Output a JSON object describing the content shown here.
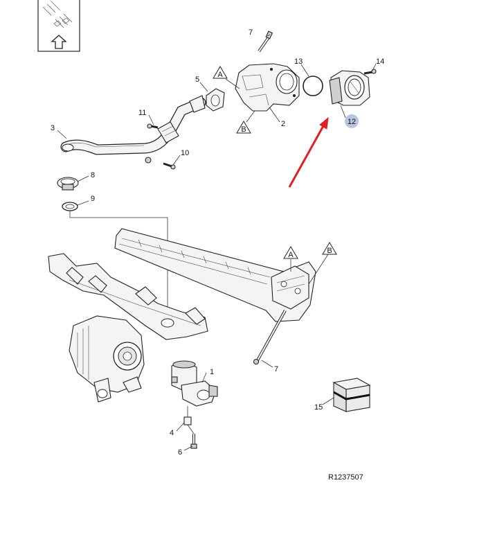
{
  "callouts": [
    {
      "id": "1",
      "label": "1"
    },
    {
      "id": "2",
      "label": "2"
    },
    {
      "id": "3",
      "label": "3"
    },
    {
      "id": "4",
      "label": "4"
    },
    {
      "id": "5",
      "label": "5"
    },
    {
      "id": "6",
      "label": "6"
    },
    {
      "id": "7a",
      "label": "7"
    },
    {
      "id": "7b",
      "label": "7"
    },
    {
      "id": "8",
      "label": "8"
    },
    {
      "id": "9",
      "label": "9"
    },
    {
      "id": "10",
      "label": "10"
    },
    {
      "id": "11",
      "label": "11"
    },
    {
      "id": "12",
      "label": "12"
    },
    {
      "id": "13",
      "label": "13"
    },
    {
      "id": "14",
      "label": "14"
    },
    {
      "id": "15",
      "label": "15"
    }
  ],
  "ref_markers": [
    {
      "id": "A1",
      "label": "A"
    },
    {
      "id": "B1",
      "label": "B"
    },
    {
      "id": "A2",
      "label": "A"
    },
    {
      "id": "B2",
      "label": "B"
    }
  ],
  "drawing_number": "R1237507",
  "highlight": {
    "part": "12",
    "color": "#b8c4e0",
    "arrow_color": "#e02020"
  }
}
